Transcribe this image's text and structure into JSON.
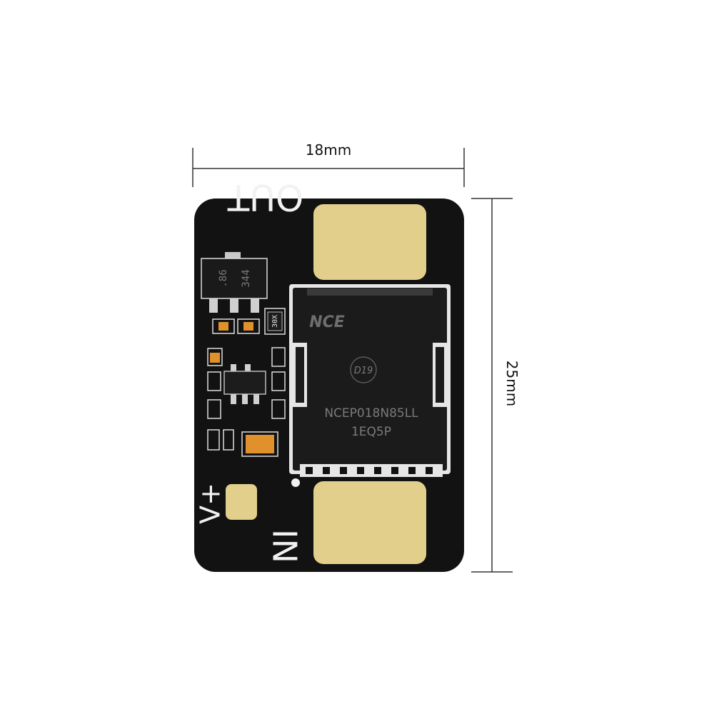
{
  "dimensions": {
    "width_label": "18mm",
    "height_label": "25mm"
  },
  "board": {
    "pad_out_label": "OUT",
    "pad_in_label": "IN",
    "vplus_label": "V+",
    "mosfet": {
      "brand": "NCE",
      "mark": "D19",
      "part_number": "NCEP018N85LL",
      "lot_code": "1EQ5P"
    },
    "regulator_marking_1": ".86",
    "regulator_marking_2": "344",
    "small_ic_marking": "30X"
  },
  "colors": {
    "pcb": "#111111",
    "gold_pad": "#e3cf8c",
    "component_orange": "#e0912c"
  }
}
